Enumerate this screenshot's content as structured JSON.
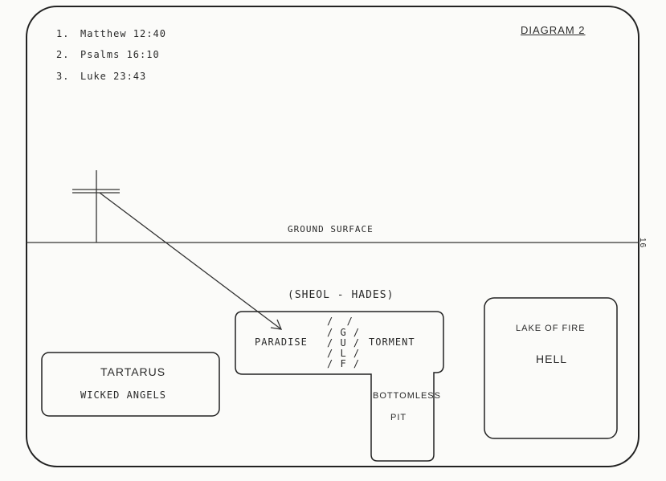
{
  "references": [
    {
      "number": "1.",
      "text": "Matthew 12:40"
    },
    {
      "number": "2.",
      "text": "Psalms 16:10"
    },
    {
      "number": "3.",
      "text": "Luke 23:43"
    }
  ],
  "diagram_title": "DIAGRAM 2",
  "ground_surface_label": "GROUND SURFACE",
  "sheol_label": "(SHEOL - HADES)",
  "paradise_label": "PARADISE",
  "gulf_lines": [
    "/  /",
    "/ G /",
    "/ U /",
    "/ L /",
    "/ F /"
  ],
  "torment_label": "TORMENT",
  "bottomless_label": "BOTTOMLESS",
  "pit_label": "PIT",
  "tartarus_label": "TARTARUS",
  "wicked_angels_label": "WICKED ANGELS",
  "lake_of_fire_label": "LAKE OF FIRE",
  "hell_label": "HELL",
  "page_number": "16"
}
